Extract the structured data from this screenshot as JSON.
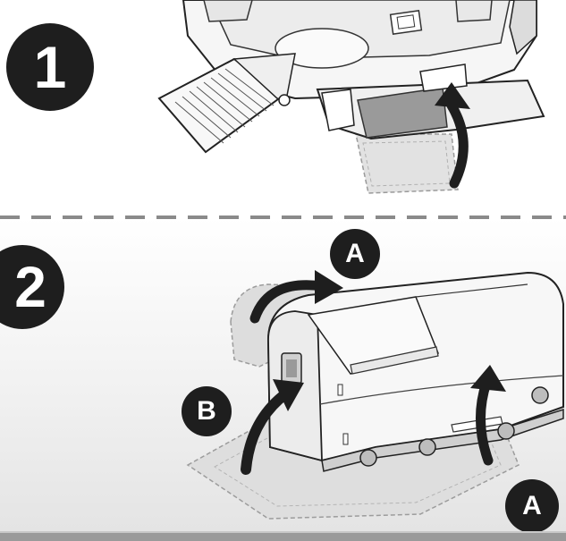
{
  "steps": [
    {
      "number": "1"
    },
    {
      "number": "2"
    }
  ],
  "labels": {
    "top_a": "A",
    "b": "B",
    "bottom_a": "A"
  },
  "colors": {
    "badge": "#1e1e1e",
    "divider": "#8a8a8a",
    "arrow": "#1e1e1e",
    "ghost": "#d4d4d4"
  }
}
